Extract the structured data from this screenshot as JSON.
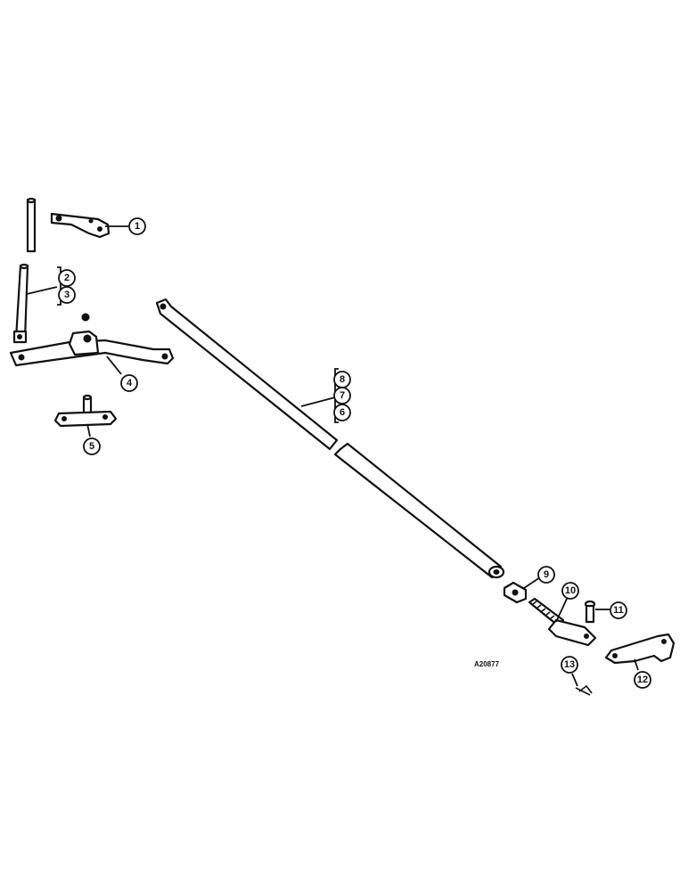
{
  "figure": {
    "reference_code": "A20877",
    "callouts": [
      "1",
      "2",
      "3",
      "4",
      "5",
      "6",
      "7",
      "8",
      "9",
      "10",
      "11",
      "12",
      "13"
    ]
  }
}
